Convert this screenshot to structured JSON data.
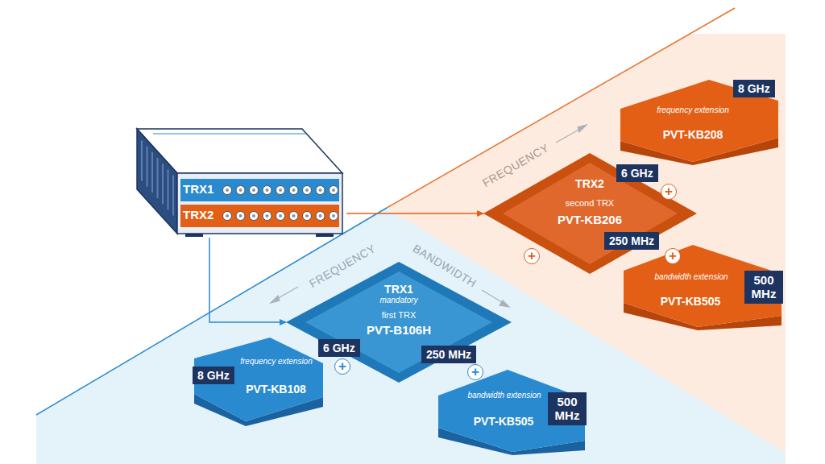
{
  "diagram": {
    "nodes": [
      {
        "text": [
          "TRX1",
          "TRX2"
        ]
      },
      {
        "text": [
          "TRX2",
          "second TRX",
          "PVT-KB206"
        ]
      },
      {
        "text": [
          "6 GHz"
        ],
        "in": 1
      },
      {
        "text": [
          "250 MHz"
        ],
        "in": 1
      },
      {
        "text": [
          "frequency extension",
          "PVT-KB208"
        ]
      },
      {
        "text": [
          "8 GHz"
        ],
        "in": 4
      },
      {
        "text": [
          "bandwidth extension",
          "PVT-KB505"
        ]
      },
      {
        "text": [
          "500 MHz"
        ],
        "in": 6
      },
      {
        "text": [
          "TRX1",
          "mandatory",
          "first TRX",
          "PVT-B106H"
        ]
      },
      {
        "text": [
          "6 GHz"
        ],
        "in": 8
      },
      {
        "text": [
          "250 MHz"
        ],
        "in": 8
      },
      {
        "text": [
          "frequency extension",
          "PVT-KB108"
        ]
      },
      {
        "text": [
          "8 GHz"
        ],
        "in": 11
      },
      {
        "text": [
          "bandwidth extension",
          "PVT-KB505"
        ]
      },
      {
        "text": [
          "500 MHz"
        ],
        "in": 13
      }
    ],
    "edges": [
      {
        "from": 0,
        "to": 8,
        "arrow": "to"
      },
      {
        "from": 0,
        "to": 1,
        "arrow": "to"
      }
    ],
    "labels": [
      "FREQUENCY",
      "FREQUENCY",
      "BANDWIDTH",
      "+",
      "+",
      "+",
      "+",
      "+"
    ]
  }
}
